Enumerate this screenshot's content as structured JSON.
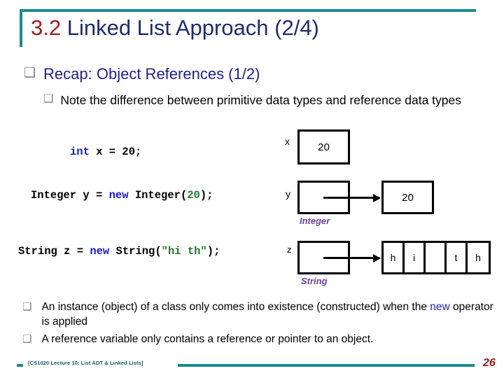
{
  "slide": {
    "title_number": "3.2",
    "title_rest": " Linked List Approach (2/4)",
    "page_number": "26",
    "accent_teal": "#1b8a8f",
    "title_navy": "#1f2b6b",
    "title_red": "#9e1b1b"
  },
  "bullets": {
    "glyph": "❑",
    "recap": "Recap: Object References (1/2)",
    "note": "Note the difference between primitive data types and reference data types",
    "instance_pre": "An instance (object) of a class only comes into existence (constructed) when the ",
    "instance_kw": "new",
    "instance_post": " operator is applied",
    "reference": "A reference variable only contains a reference or pointer to an object."
  },
  "code": {
    "int_line": {
      "kw": "int",
      "rest": " x = 20;"
    },
    "integer_line": {
      "a": "Integer y = ",
      "kw": "new",
      "b": " Integer(",
      "val": "20",
      "c": ");"
    },
    "string_line": {
      "a": "String z = ",
      "kw": "new",
      "b": " String(",
      "val": "\"hi th\"",
      "c": ");"
    },
    "keyword_color": "#1a1ad0",
    "literal_color": "#1c7a2e"
  },
  "diagram": {
    "x": {
      "label": "x",
      "value": "20"
    },
    "y": {
      "label": "y",
      "type": "Integer",
      "target_value": "20"
    },
    "z": {
      "label": "z",
      "type": "String",
      "cells": [
        "h",
        "i",
        "",
        "t",
        "h"
      ]
    },
    "type_label_color": "#6b3fa0"
  },
  "footer": {
    "text": "[CS1020 Lecture 10: List ADT & Linked Lists]"
  }
}
